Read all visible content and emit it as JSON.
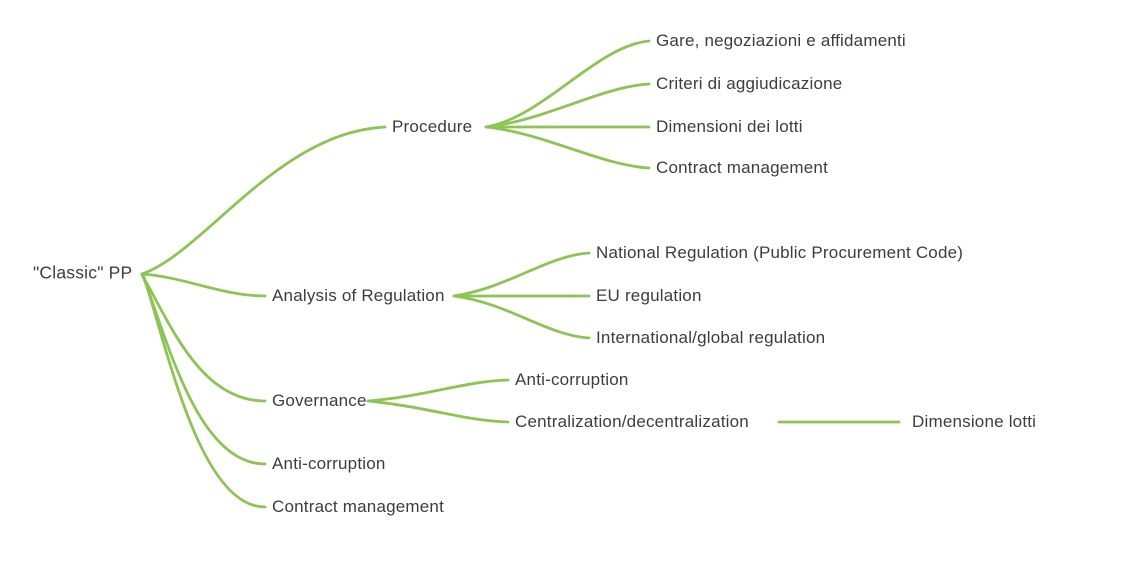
{
  "colors": {
    "branch": "#8dc454",
    "text": "#3d3d3d",
    "background": "#ffffff"
  },
  "mindmap": {
    "root": {
      "label": "\"Classic\" PP"
    },
    "branches": [
      {
        "label": "Procedure",
        "children": [
          {
            "label": "Gare, negoziazioni e affidamenti"
          },
          {
            "label": "Criteri di aggiudicazione"
          },
          {
            "label": "Dimensioni dei lotti"
          },
          {
            "label": "Contract management"
          }
        ]
      },
      {
        "label": "Analysis of Regulation",
        "children": [
          {
            "label": "National Regulation (Public Procurement Code)"
          },
          {
            "label": "EU regulation"
          },
          {
            "label": "International/global regulation"
          }
        ]
      },
      {
        "label": "Governance",
        "children": [
          {
            "label": "Anti-corruption"
          },
          {
            "label": "Centralization/decentralization",
            "children": [
              {
                "label": "Dimensione lotti"
              }
            ]
          }
        ]
      },
      {
        "label": "Anti-corruption"
      },
      {
        "label": "Contract management"
      }
    ]
  }
}
